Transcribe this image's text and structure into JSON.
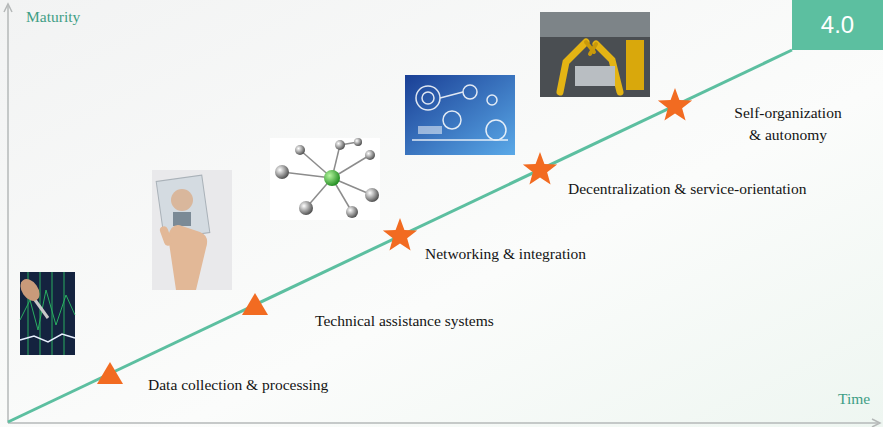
{
  "diagram": {
    "nodes": [
      {
        "text": [
          "4.0"
        ]
      }
    ],
    "labels": [
      "Maturity",
      "Time",
      "Data collection & processing",
      "Technical assistance systems",
      "Networking & integration",
      "Decentralization & service-orientation",
      "Self-organization & autonomy"
    ]
  }
}
